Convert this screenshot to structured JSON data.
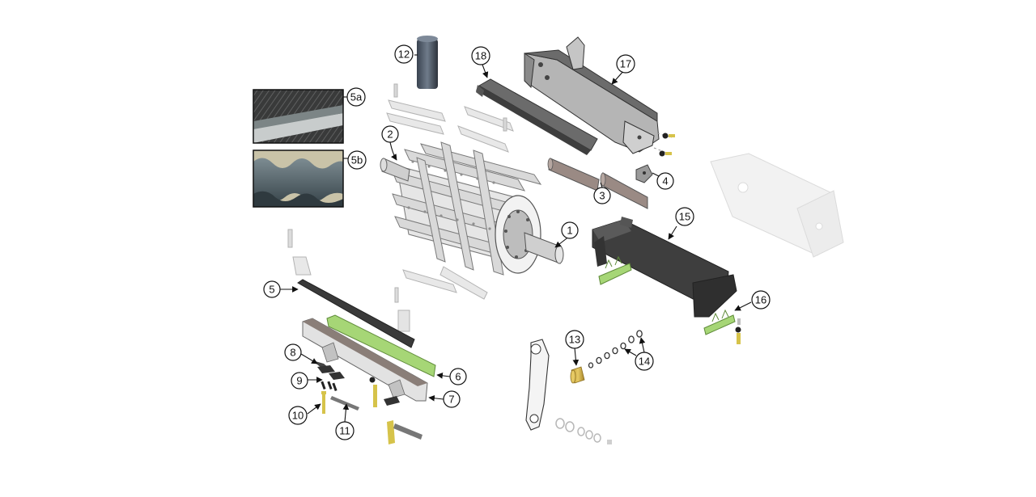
{
  "diagram": {
    "callouts": {
      "c1": "1",
      "c2": "2",
      "c3": "3",
      "c4": "4",
      "c5": "5",
      "c5a": "5a",
      "c5b": "5b",
      "c6": "6",
      "c7": "7",
      "c8": "8",
      "c9": "9",
      "c10": "10",
      "c11": "11",
      "c12": "12",
      "c13": "13",
      "c14": "14",
      "c15": "15",
      "c16": "16",
      "c17": "17",
      "c18": "18"
    },
    "colors": {
      "part_dark": "#4a4a4a",
      "part_mid": "#8c8c8c",
      "part_light": "#d9d9d9",
      "part_faded": "#ececec",
      "highlight_green": "#9fd36a",
      "bushing_yellow": "#d8b84a",
      "rod_gray": "#a0908a"
    }
  }
}
